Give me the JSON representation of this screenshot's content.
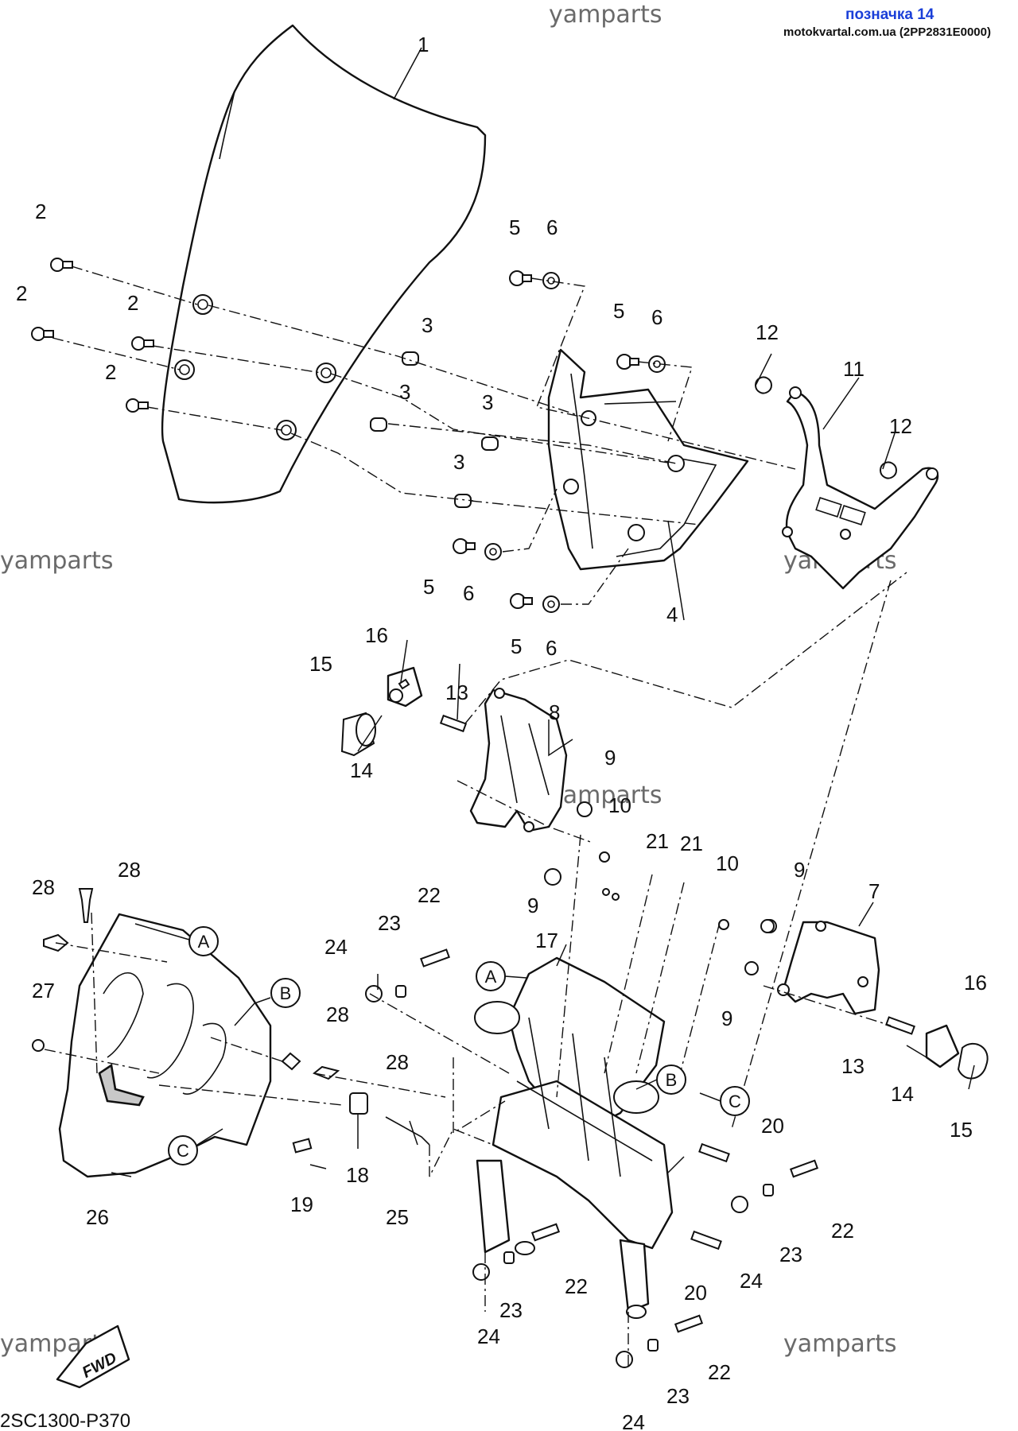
{
  "header": {
    "badge": "позначка 14",
    "source": "motokvartal.com.ua (2PP2831E0000)"
  },
  "watermark": "yamparts",
  "diagram_code": "2SC1300-P370",
  "fwd_label": "FWD",
  "callouts": [
    {
      "id": "c1",
      "text": "1"
    },
    {
      "id": "c2a",
      "text": "2"
    },
    {
      "id": "c2b",
      "text": "2"
    },
    {
      "id": "c2c",
      "text": "2"
    },
    {
      "id": "c2d",
      "text": "2"
    },
    {
      "id": "c3a",
      "text": "3"
    },
    {
      "id": "c3b",
      "text": "3"
    },
    {
      "id": "c3c",
      "text": "3"
    },
    {
      "id": "c3d",
      "text": "3"
    },
    {
      "id": "c4",
      "text": "4"
    },
    {
      "id": "c5a",
      "text": "5"
    },
    {
      "id": "c5b",
      "text": "5"
    },
    {
      "id": "c5c",
      "text": "5"
    },
    {
      "id": "c5d",
      "text": "5"
    },
    {
      "id": "c6a",
      "text": "6"
    },
    {
      "id": "c6b",
      "text": "6"
    },
    {
      "id": "c6c",
      "text": "6"
    },
    {
      "id": "c6d",
      "text": "6"
    },
    {
      "id": "c7",
      "text": "7"
    },
    {
      "id": "c8",
      "text": "8"
    },
    {
      "id": "c9a",
      "text": "9"
    },
    {
      "id": "c9b",
      "text": "9"
    },
    {
      "id": "c9c",
      "text": "9"
    },
    {
      "id": "c9d",
      "text": "9"
    },
    {
      "id": "c10a",
      "text": "10"
    },
    {
      "id": "c10b",
      "text": "10"
    },
    {
      "id": "c11",
      "text": "11"
    },
    {
      "id": "c12a",
      "text": "12"
    },
    {
      "id": "c12b",
      "text": "12"
    },
    {
      "id": "c13a",
      "text": "13"
    },
    {
      "id": "c13b",
      "text": "13"
    },
    {
      "id": "c14a",
      "text": "14"
    },
    {
      "id": "c14b",
      "text": "14"
    },
    {
      "id": "c15a",
      "text": "15"
    },
    {
      "id": "c15b",
      "text": "15"
    },
    {
      "id": "c16a",
      "text": "16"
    },
    {
      "id": "c16b",
      "text": "16"
    },
    {
      "id": "c17",
      "text": "17"
    },
    {
      "id": "c18",
      "text": "18"
    },
    {
      "id": "c19",
      "text": "19"
    },
    {
      "id": "c20a",
      "text": "20"
    },
    {
      "id": "c20b",
      "text": "20"
    },
    {
      "id": "c21a",
      "text": "21"
    },
    {
      "id": "c21b",
      "text": "21"
    },
    {
      "id": "c22a",
      "text": "22"
    },
    {
      "id": "c22b",
      "text": "22"
    },
    {
      "id": "c22c",
      "text": "22"
    },
    {
      "id": "c22d",
      "text": "22"
    },
    {
      "id": "c23a",
      "text": "23"
    },
    {
      "id": "c23b",
      "text": "23"
    },
    {
      "id": "c23c",
      "text": "23"
    },
    {
      "id": "c23d",
      "text": "23"
    },
    {
      "id": "c24a",
      "text": "24"
    },
    {
      "id": "c24b",
      "text": "24"
    },
    {
      "id": "c24c",
      "text": "24"
    },
    {
      "id": "c24d",
      "text": "24"
    },
    {
      "id": "c25",
      "text": "25"
    },
    {
      "id": "c26",
      "text": "26"
    },
    {
      "id": "c27",
      "text": "27"
    },
    {
      "id": "c28a",
      "text": "28"
    },
    {
      "id": "c28b",
      "text": "28"
    },
    {
      "id": "c28c",
      "text": "28"
    },
    {
      "id": "c28d",
      "text": "28"
    }
  ],
  "reference_letters": [
    {
      "id": "rA1",
      "text": "A"
    },
    {
      "id": "rA2",
      "text": "A"
    },
    {
      "id": "rB1",
      "text": "B"
    },
    {
      "id": "rB2",
      "text": "B"
    },
    {
      "id": "rC1",
      "text": "C"
    },
    {
      "id": "rC2",
      "text": "C"
    }
  ]
}
